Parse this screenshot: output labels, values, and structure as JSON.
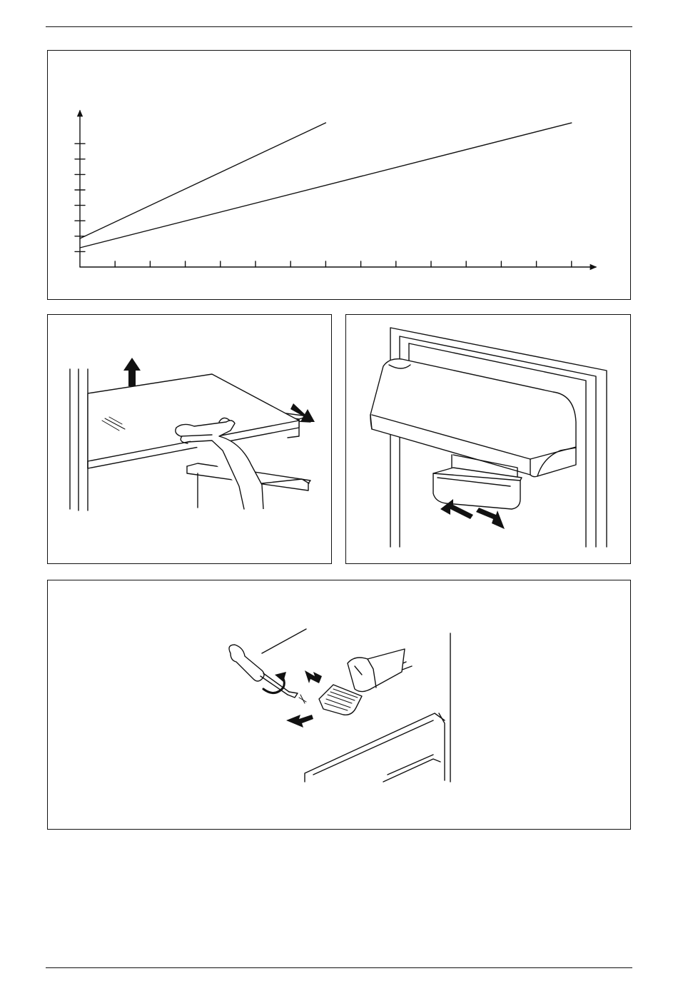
{
  "page": {
    "figures": [
      {
        "id": "fig-chart",
        "content": "line-chart"
      },
      {
        "id": "fig-shelf",
        "content": "shelf-removal-illustration"
      },
      {
        "id": "fig-door-unit",
        "content": "door-compartment-illustration"
      },
      {
        "id": "fig-drain",
        "content": "drain-tool-illustration"
      }
    ]
  },
  "chart_data": {
    "type": "line",
    "title": "",
    "xlabel": "",
    "ylabel": "",
    "grid": false,
    "x_tick_count": 14,
    "y_tick_count": 8,
    "xlim": [
      0,
      14.5
    ],
    "ylim": [
      0,
      8.5
    ],
    "series": [
      {
        "x": [
          0,
          7.0
        ],
        "y": [
          1.85,
          9.35
        ]
      },
      {
        "x": [
          0,
          14.0
        ],
        "y": [
          1.25,
          9.35
        ]
      }
    ]
  },
  "colors": {
    "ink": "#111111",
    "paper": "#ffffff"
  }
}
